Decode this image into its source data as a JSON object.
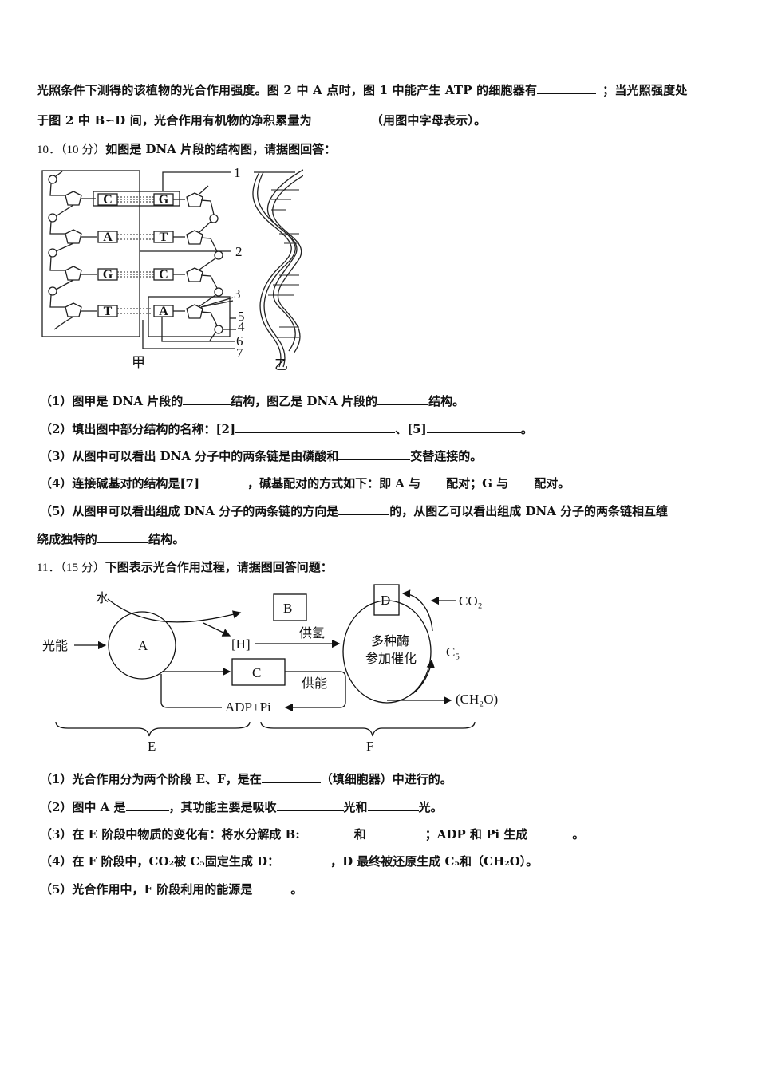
{
  "intro": {
    "line1_a": "光照条件下测得的该植物的光合作用强度。图 2 中 A 点时，图 1 中能产生 ATP 的细胞器有",
    "line1_b": "；当光照强度处",
    "line2_a": "于图 2 中 B∽D 间，光合作用有机物的净积累量为",
    "line2_b": "（用图中字母表示）。"
  },
  "q10": {
    "number": "10．",
    "points": "（10 分）",
    "prompt": "如图是 DNA 片段的结构图，请据图回答：",
    "figure": {
      "left_label": "甲",
      "right_label": "乙",
      "left_strand_bases": [
        "C",
        "A",
        "G",
        "T"
      ],
      "right_strand_bases": [
        "G",
        "T",
        "C",
        "A"
      ],
      "callouts": [
        "1",
        "2",
        "3",
        "4",
        "5",
        "6",
        "7"
      ]
    },
    "subs": [
      {
        "a": "（1）图甲是 DNA 片段的",
        "b": "结构，图乙是 DNA 片段的",
        "c": "结构。"
      },
      {
        "a": "（2）填出图中部分结构的名称：[2]",
        "b": "、[5]",
        "c": "。"
      },
      {
        "a": "（3）从图中可以看出 DNA 分子中的两条链是由磷酸和",
        "b": "交替连接的。"
      },
      {
        "a": "（4）连接碱基对的结构是[7]",
        "b": "，碱基配对的方式如下：即 A 与",
        "c": "配对；G 与",
        "d": "配对。"
      },
      {
        "a": "（5）从图甲可以看出组成 DNA 分子的两条链的方向是",
        "b": "的，从图乙可以看出组成 DNA 分子的两条链相互缠",
        "c": "绕成独特的",
        "d": "结构。"
      }
    ]
  },
  "q11": {
    "number": "11．",
    "points": "（15 分）",
    "prompt": "下图表示光合作用过程，请据图回答问题：",
    "figure": {
      "water": "水",
      "light": "光能",
      "A": "A",
      "B": "B",
      "C": "C",
      "D": "D",
      "H": "[H]",
      "supply_h": "供氢",
      "supply_energy": "供能",
      "adp": "ADP+Pi",
      "co2": "CO₂",
      "c5": "C₅",
      "ch2o": "(CH₂O)",
      "enzyme_line1": "多种酶",
      "enzyme_line2": "参加催化",
      "E": "E",
      "F": "F"
    },
    "subs": [
      {
        "a": "（1）光合作用分为两个阶段 E、F，是在",
        "b": "（填细胞器）中进行的。"
      },
      {
        "a": "（2）图中 A 是",
        "b": "，其功能主要是吸收",
        "c": "光和",
        "d": "光。"
      },
      {
        "a": "（3）在 E 阶段中物质的变化有：将水分解成 B:",
        "b": "和",
        "c": "；ADP 和 Pi 生成",
        "d": "。"
      },
      {
        "a": "（4）在 F 阶段中，CO₂被 C₅固定生成 D：",
        "b": "，D 最终被还原生成 C₅和（CH₂O）。"
      },
      {
        "a": "（5）光合作用中，F 阶段利用的能源是",
        "b": "。"
      }
    ]
  }
}
